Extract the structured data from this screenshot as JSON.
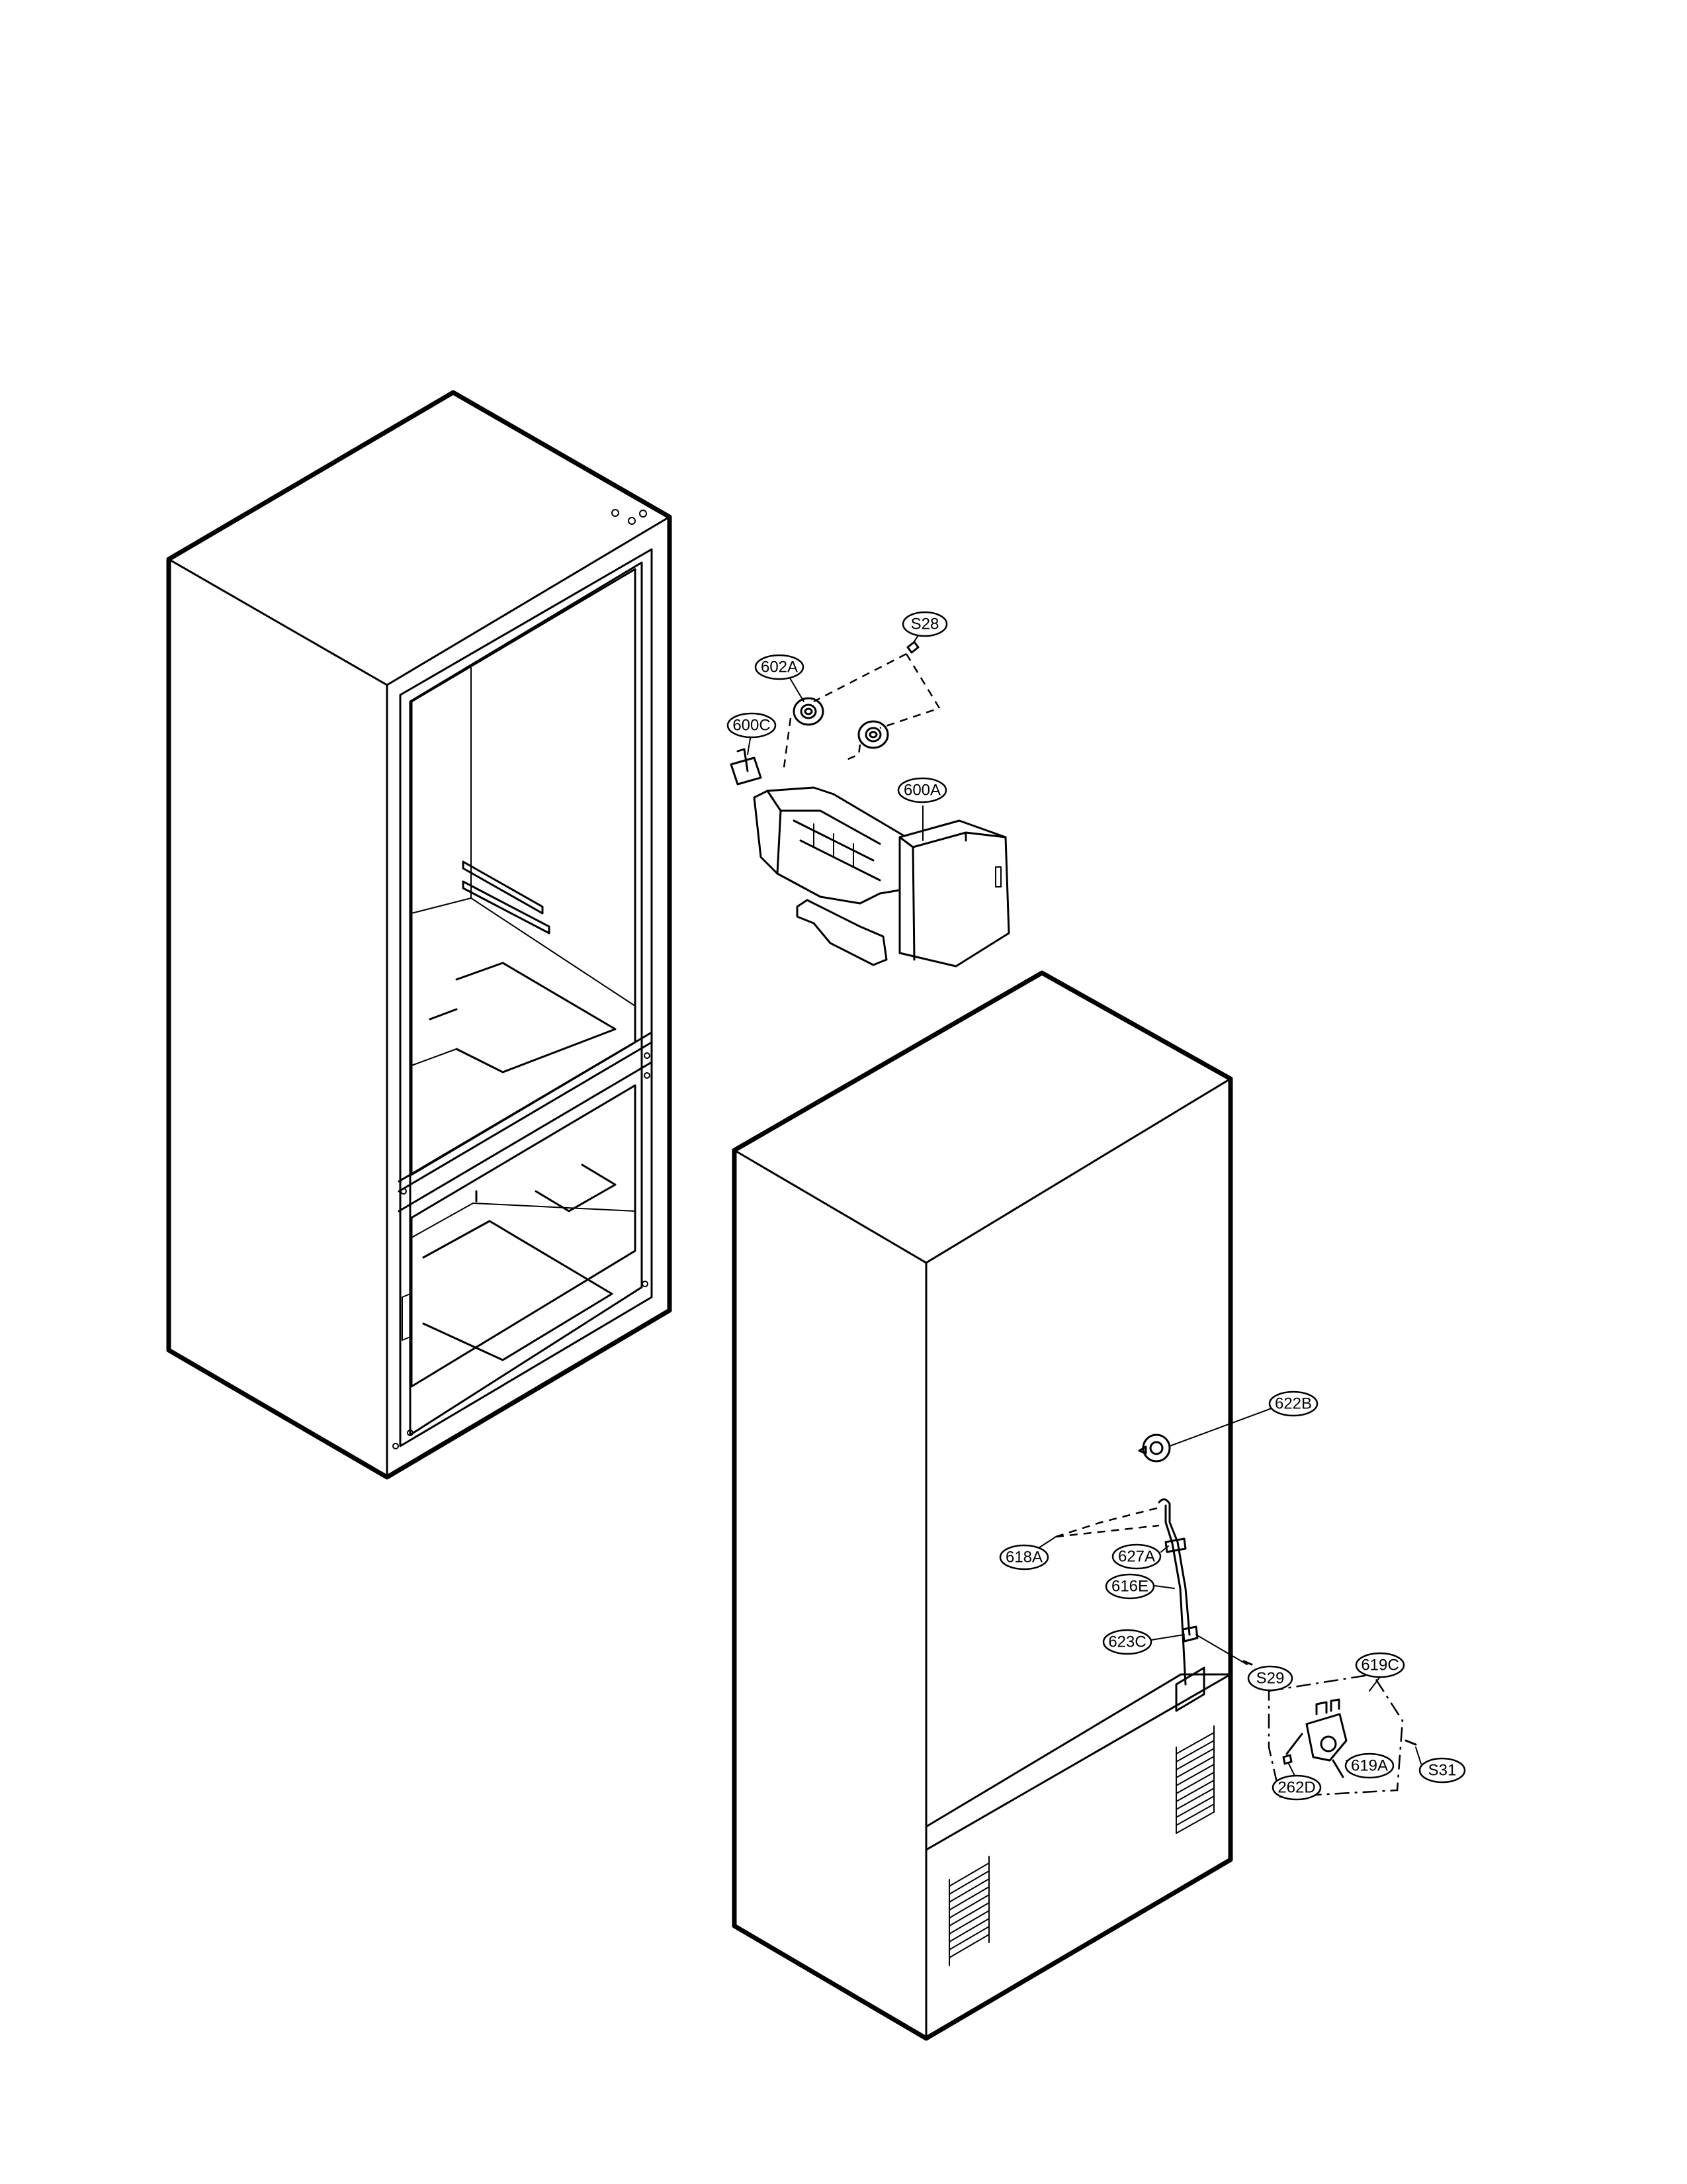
{
  "callouts": {
    "s28": "S28",
    "c602a": "602A",
    "c600c": "600C",
    "c600a": "600A",
    "c622b": "622B",
    "c618a": "618A",
    "c627a": "627A",
    "c616e": "616E",
    "c623c": "623C",
    "s29": "S29",
    "c619c": "619C",
    "c619a": "619A",
    "c262d": "262D",
    "s31": "S31"
  }
}
